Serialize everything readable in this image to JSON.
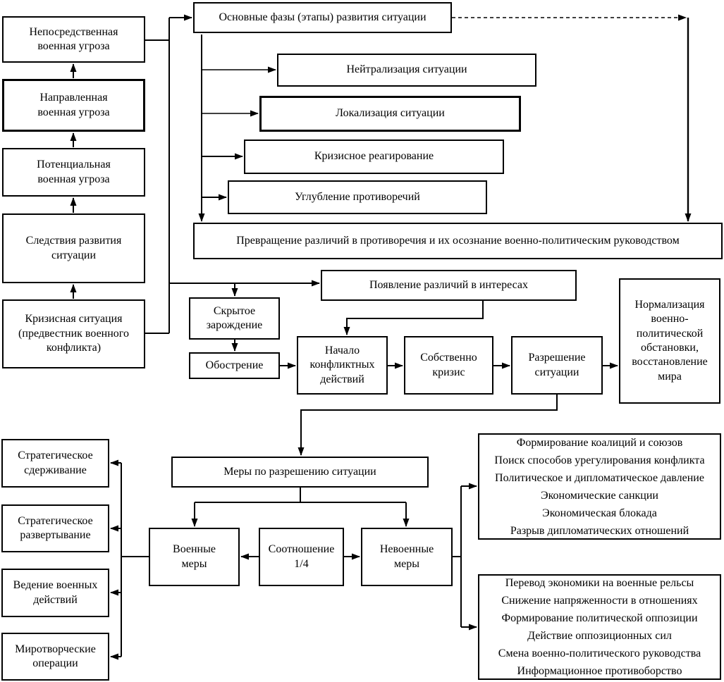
{
  "diagram_title": "Основные фазы (этапы) развития ситуации",
  "colors": {
    "line": "#000000",
    "box_border": "#000000",
    "background": "#ffffff",
    "box_fill": "#ffffff"
  },
  "boxes": {
    "immediate_threat": "Непосредственная\nвоенная угроза",
    "directed_threat": "Направленная\nвоенная угроза",
    "potential_threat": "Потенциальная\nвоенная угроза",
    "consequences": "Следствия развития\nситуации",
    "crisis_situation": "Кризисная ситуация\n(предвестник военного\nконфликта)",
    "main_phases": "Основные фазы (этапы) развития ситуации",
    "neutralization": "Нейтрализация ситуации",
    "localization": "Локализация ситуации",
    "crisis_response": "Кризисное реагирование",
    "deepening": "Углубление противоречий",
    "transformation": "Превращение различий в противоречия и их осознание военно-политическим руководством",
    "differences_emergence": "Появление различий в интересах",
    "hidden_origin": "Скрытое\nзарождение",
    "aggravation": "Обострение",
    "conflict_start": "Начало\nконфликтных\nдействий",
    "crisis_proper": "Собственно\nкризис",
    "resolution": "Разрешение\nситуации",
    "normalization": "Нормализация\nвоенно-\nполитической\nобстановки,\nвосстановление\nмира",
    "strategic_deterrence": "Стратегическое\nсдерживание",
    "strategic_deployment": "Стратегическое\nразвертывание",
    "warfare": "Ведение военных\nдействий",
    "peacekeeping": "Миротворческие\nоперации",
    "resolution_measures": "Меры по разрешению ситуации",
    "military_measures": "Военные\nмеры",
    "ratio": "Соотношение\n1/4",
    "nonmilitary_measures": "Невоенные\nмеры"
  },
  "lists": {
    "nonmilitary": [
      "Формирование коалиций и союзов",
      "Поиск способов урегулирования конфликта",
      "Политическое и дипломатическое давление",
      "Экономические санкции",
      "Экономическая блокада",
      "Разрыв дипломатических отношений"
    ],
    "military": [
      "Перевод экономики на военные рельсы",
      "Снижение напряженности в отношениях",
      "Формирование политической оппозиции",
      "Действие оппозиционных сил",
      "Смена военно-политического руководства",
      "Информационное противоборство"
    ]
  }
}
